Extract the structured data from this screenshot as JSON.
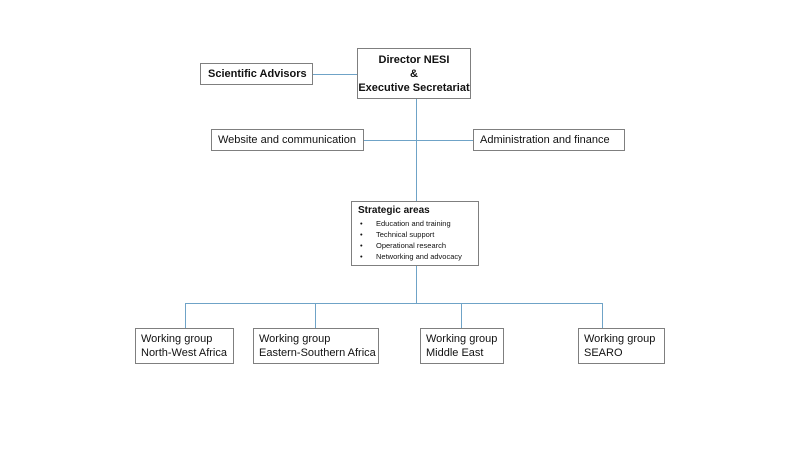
{
  "director": {
    "line1": "Director NESI",
    "line2": "&",
    "line3": "Executive Secretariat"
  },
  "advisors": "Scientific Advisors",
  "website": "Website and communication",
  "admin": "Administration and finance",
  "strategic": {
    "title": "Strategic areas",
    "items": [
      "Education and training",
      "Technical support",
      "Operational research",
      "Networking and advocacy"
    ]
  },
  "working_groups": [
    {
      "line1": "Working group",
      "line2": "North-West Africa"
    },
    {
      "line1": "Working group",
      "line2": "Eastern-Southern Africa"
    },
    {
      "line1": "Working group",
      "line2": "Middle East"
    },
    {
      "line1": "Working group",
      "line2": "SEARO"
    }
  ],
  "colors": {
    "connector": "#6fa3c7",
    "box_border": "#7f7f7f"
  }
}
